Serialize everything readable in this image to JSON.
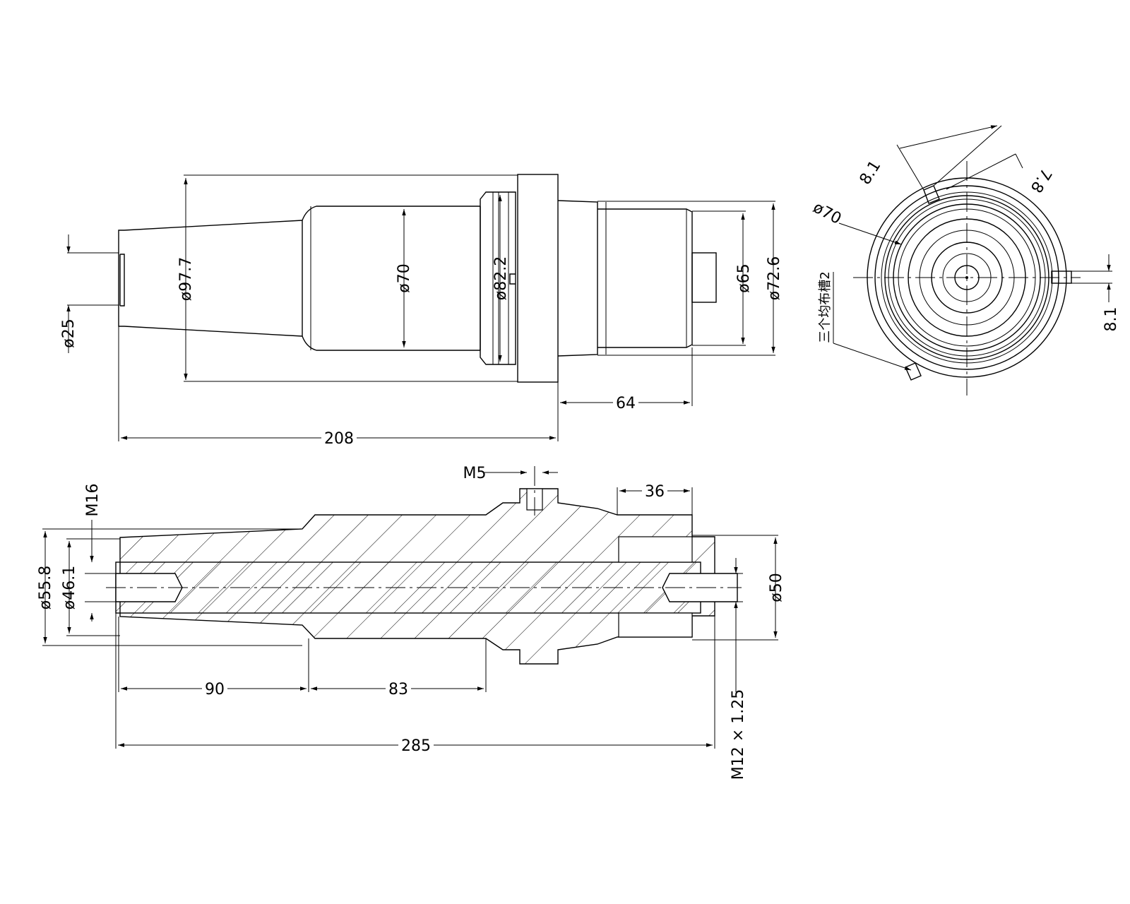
{
  "colors": {
    "ink": "#000000",
    "paper": "#ffffff"
  },
  "top_view": {
    "dims": {
      "d25": "ø25",
      "d97_7": "ø97.7",
      "d70": "ø70",
      "d82_2": "ø82.2",
      "d65": "ø65",
      "d72_6": "ø72.6",
      "l208": "208",
      "l64": "64"
    }
  },
  "end_view": {
    "labels": {
      "d70": "ø70",
      "w8_1_top": "8.1",
      "w7_8": "7.8",
      "w8_1_right": "8.1",
      "keyways_note": "三个均布槽2"
    }
  },
  "section_view": {
    "dims": {
      "m16": "M16",
      "m5": "M5",
      "d55_8": "ø55.8",
      "d46_1": "ø46.1",
      "d50": "ø50",
      "l36": "36",
      "l90": "90",
      "l83": "83",
      "l285": "285",
      "thread": "M12 × 1.25"
    }
  }
}
